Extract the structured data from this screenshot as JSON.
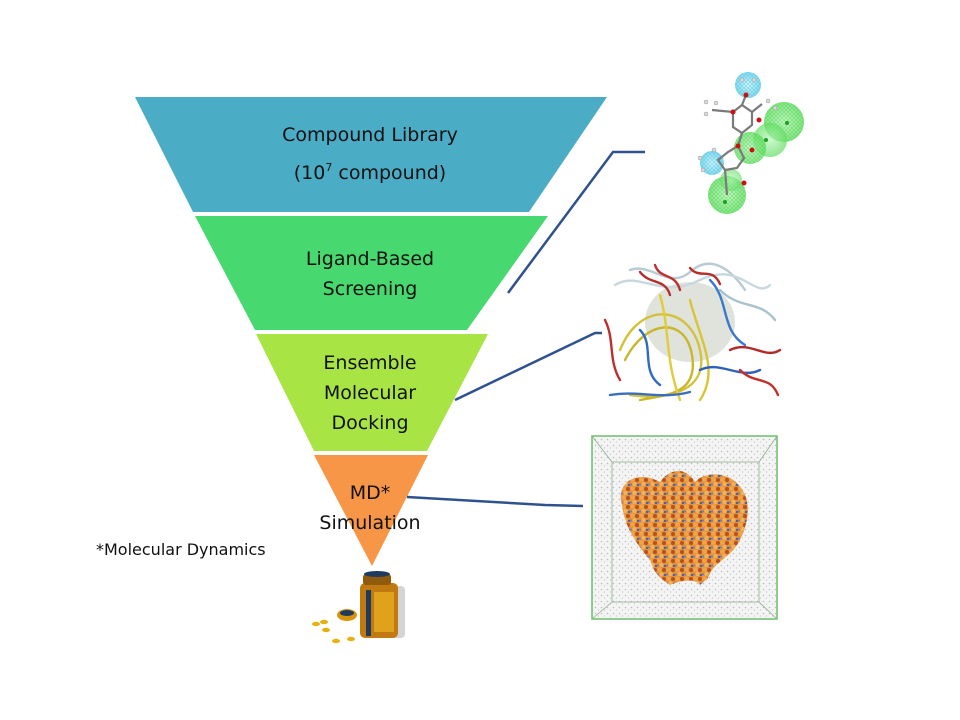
{
  "funnel": {
    "stages": [
      {
        "id": "compound-library",
        "lines": [
          "Compound Library"
        ],
        "sub": {
          "prefix": "(10",
          "sup": "7",
          "suffix": " compound)"
        },
        "color": "#4BACC6"
      },
      {
        "id": "ligand-based-screening",
        "lines": [
          "Ligand-Based",
          "Screening"
        ],
        "color": "#47D86F"
      },
      {
        "id": "ensemble-molecular-docking",
        "lines": [
          "Ensemble",
          "Molecular",
          "Docking"
        ],
        "color": "#A9E445"
      },
      {
        "id": "md-simulation",
        "lines": [
          "MD*",
          "Simulation"
        ],
        "color": "#F79646"
      }
    ]
  },
  "footnote": "*Molecular Dynamics",
  "connector_color": "#2F528F",
  "images": {
    "pharmacophore": "pharmacophore-molecule-model",
    "docking": "protein-ensemble-docking",
    "md": "md-simulation-solvated-protein-box",
    "drug": "medicine-bottle-with-pills"
  }
}
